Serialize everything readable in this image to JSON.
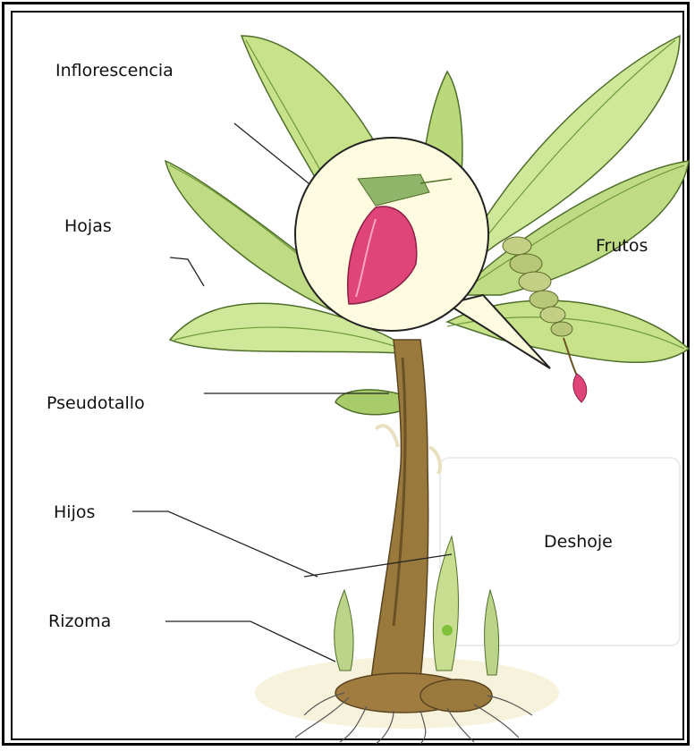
{
  "labels": {
    "inflorescencia": "Inflorescencia",
    "hojas": "Hojas",
    "frutos": "Frutos",
    "pseudotallo": "Pseudotallo",
    "hijos": "Hijos",
    "deshoje": "Deshoje",
    "rizoma": "Rizoma"
  },
  "colors": {
    "leaf": "#c8e28a",
    "leaf_dark": "#9cc45a",
    "leaf_vein": "#6f9a3a",
    "stem": "#9a7a3c",
    "stem_dark": "#6b5124",
    "flower": "#e0457a",
    "fruit": "#c4cf86",
    "bubble": "#fffbe0",
    "root": "#555555"
  }
}
